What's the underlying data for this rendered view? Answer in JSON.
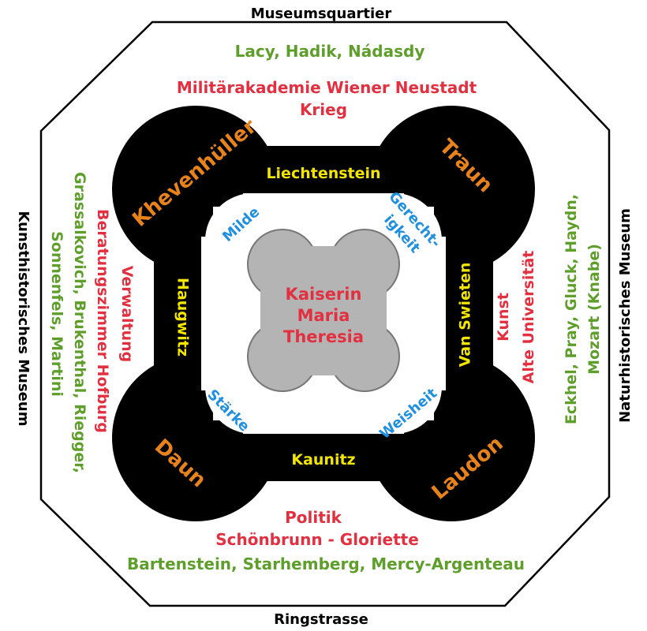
{
  "colors": {
    "orange": "#E8821A",
    "yellow": "#F2E600",
    "blue": "#1F8FE0",
    "red": "#E23040",
    "green": "#5E9E2A",
    "black": "#000000",
    "grey": "#B4B4B4"
  },
  "streets": {
    "top": "Museumsquartier",
    "bottom": "Ringstrasse",
    "left": "Kunsthistorisches Museum",
    "right": "Naturhistorisches Museum"
  },
  "sides": {
    "top": {
      "persons": "Lacy, Hadik, Nádasdy",
      "theme_line1": "Militärakademie Wiener Neustadt",
      "theme_line2": "Krieg"
    },
    "bottom": {
      "theme_line1": "Politik",
      "theme_line2": "Schönbrunn - Gloriette",
      "persons": "Bartenstein, Starhemberg, Mercy-Argenteau"
    },
    "left": {
      "theme_line1": "Verwaltung",
      "theme_line2": "Beratungszimmer Hofburg",
      "persons_line1": "Grassalkovich, Brukenthal, Riegger,",
      "persons_line2": "Sonnenfels, Martini"
    },
    "right": {
      "theme_line1": "Kunst",
      "theme_line2": "Alte Universität",
      "persons_line1": "Eckhel, Pray, Gluck, Haydn,",
      "persons_line2": "Mozart (Knabe)"
    }
  },
  "generals": {
    "top_left": "Khevenhüller",
    "top_right": "Traun",
    "bottom_left": "Daun",
    "bottom_right": "Laudon"
  },
  "advisors": {
    "top": "Liechtenstein",
    "bottom": "Kaunitz",
    "left": "Haugwitz",
    "right": "Van Swieten"
  },
  "virtues": {
    "top_left": "Milde",
    "top_right_line1": "Gerecht-",
    "top_right_line2": "igkeit",
    "bottom_left": "Stärke",
    "bottom_right": "Weisheit"
  },
  "center": {
    "line1": "Kaiserin",
    "line2": "Maria",
    "line3": "Theresia"
  }
}
